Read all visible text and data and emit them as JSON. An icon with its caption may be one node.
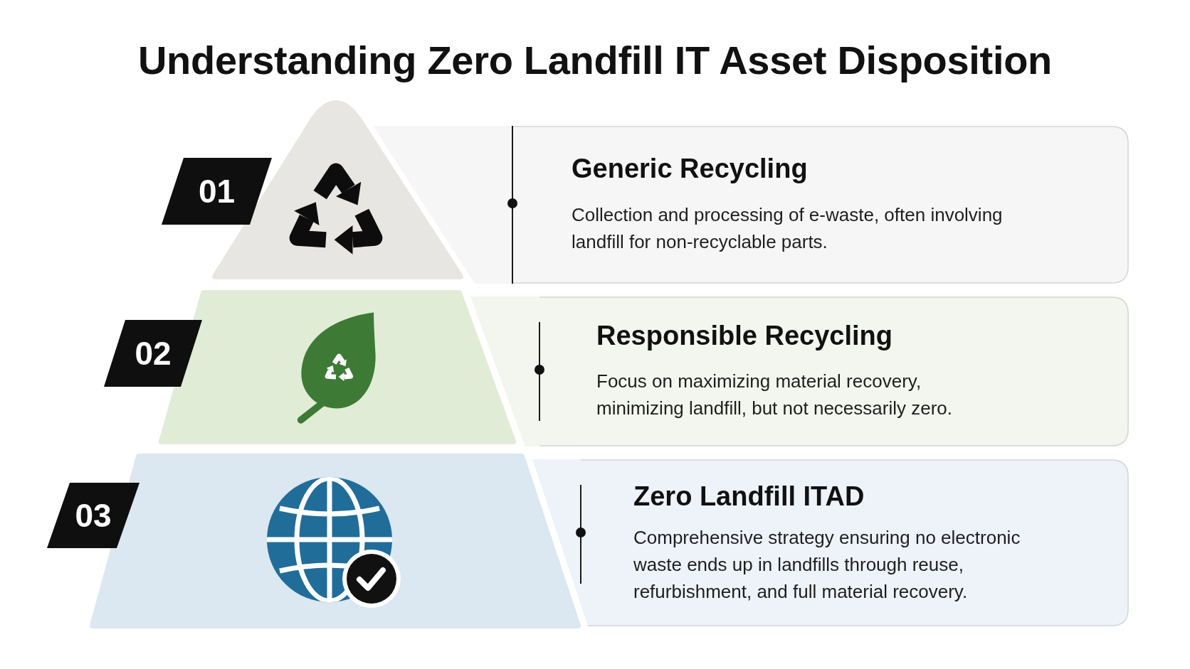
{
  "diagram": {
    "title": "Understanding Zero Landfill IT Asset Disposition",
    "nodes": [
      {
        "text": [
          "01"
        ]
      },
      {
        "text": [
          "Generic Recycling",
          "Collection and processing of e-waste, often involving landfill for non-recyclable parts."
        ]
      },
      {
        "text": [
          "02"
        ]
      },
      {
        "text": [
          "Responsible Recycling",
          "Focus on maximizing material recovery, minimizing landfill, but not necessarily zero."
        ]
      },
      {
        "text": [
          "03"
        ]
      },
      {
        "text": [
          "Zero Landfill ITAD",
          "Comprehensive strategy ensuring no electronic waste ends up in landfills through reuse, refurbishment, and full material recovery."
        ]
      }
    ]
  }
}
